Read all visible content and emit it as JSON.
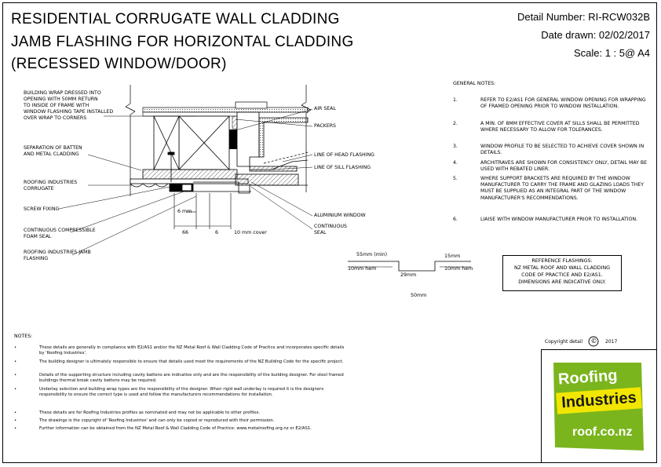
{
  "title": {
    "line1": "RESIDENTIAL CORRUGATE WALL CLADDING",
    "line2": "JAMB FLASHING FOR HORIZONTAL CLADDING",
    "line3": "(RECESSED WINDOW/DOOR)"
  },
  "meta": {
    "detail_number": "Detail Number:  RI-RCW032B",
    "date_drawn": "Date drawn:  02/02/2017",
    "scale": "Scale:   1 : 5@ A4"
  },
  "labels_left": {
    "building_wrap": "BUILDING WRAP DRESSED INTO\nOPENING WITH 50mm RETURN\nTO INSIDE OF FRAME WITH\nWINDOW  FLASHING TAPE INSTALLED\nOVER WRAP TO CORNERS",
    "separation": "SEPARATION OF BATTEN\nAND METAL CLADDING",
    "roofing_corrugate": "ROOFING INDUSTRIES\nCORRUGATE",
    "screw_fixing": "SCREW FIXING",
    "foam_seal": "CONTINUOUS COMPRESSIBLE\nFOAM SEAL",
    "jamb_flashing": "ROOFING INDUSTRIES JAMB\nFLASHING"
  },
  "labels_right": {
    "air_seal": "AIR SEAL",
    "packers": "PACKERS",
    "head_flashing": "LINE OF HEAD FLASHING",
    "sill_flashing": "LINE OF SILL FLASHING",
    "aluminium_window": "ALUMINIUM WINDOW",
    "continuous_seal": "CONTINUOUS\nSEAL"
  },
  "dimensions": {
    "d6mm": "6 mm",
    "d66": "66",
    "d6": "6",
    "d10cover": "10 mm cover"
  },
  "flashing_profile": {
    "d55": "55mm (min)",
    "d10_left": "10mm hem",
    "d29": "29mm",
    "d50": "50mm",
    "d15": "15mm",
    "d10_right": "10mm hem"
  },
  "general_notes": {
    "heading": "GENERAL NOTES:",
    "items": [
      {
        "num": "1.",
        "text": "REFER TO E2/AS1 FOR GENERAL WINDOW OPENING FOR WRAPPING OF FRAMED OPENING PRIOR TO WINDOW INSTALLATION."
      },
      {
        "num": "2.",
        "text": "A MIN. OF 8mm EFFECTIVE COVER AT SILLS SHALL BE PERMITTED WHERE NECESSARY TO ALLOW FOR TOLERANCES."
      },
      {
        "num": "3.",
        "text": "WINDOW PROFILE TO BE SELECTED TO ACHIEVE COVER SHOWN IN DETAILS."
      },
      {
        "num": "4.",
        "text": "ARCHITRAVES ARE SHOWN FOR CONSISTENCY ONLY, DETAIL MAY BE USED WITH REBATED LINER."
      },
      {
        "num": "5.",
        "text": "WHERE SUPPORT BRACKETS ARE REQUIRED BY THE WINDOW MANUFACTURER TO CARRY THE FRAME AND GLAZING LOADS THEY MUST BE SUPPLIED AS AN INTEGRAL PART OF THE WINDOW MANUFACTURER'S RECOMMENDATIONS."
      },
      {
        "num": "6.",
        "text": "LIAISE WITH WINDOW MANUFACTURER PRIOR TO INSTALLATION."
      }
    ]
  },
  "reference_box": "REFERENCE FLASHINGS:\nNZ METAL ROOF AND WALL CLADDING\nCODE OF PRACTICE AND E2/AS1.\nDIMENSIONS ARE INDICATIVE ONLY.",
  "notes": {
    "heading": "NOTES:",
    "items": [
      "These details are generally in compliance with E2/AS1 and/or the NZ Metal Roof & Wall Cladding Code of Practice and incorporates specific details by 'Roofing Industries'.",
      "The building designer is ultimately responsible to ensure that details used meet the requirements of the NZ Building Code for the specific project.",
      "Details of the supporting structure including cavity battens are indicative only and are the responsibility of the building designer.  For steel framed buildings thermal break cavity battens may be required.",
      "Underlay selection and building wrap types are the responsibility of the designer. When rigid wall underlay is required it is the designers responsibility to ensure the correct type is used and follow the manufacturers recommendations for installation.",
      "These details are for Roofing Industries profiles as nominated and may not be applicable to other profiles.",
      "The drawings is the copyright of 'Roofing Industries' and can only be copied or reproduced with their permission.",
      "Further information can be obtained from the NZ Metal Roof & Wall Cladding Code of Practice: www.metalroofing.org.nz or E2/AS1."
    ]
  },
  "copyright": {
    "text": "Copyright detail",
    "symbol": "©",
    "year": "2017"
  },
  "logo": {
    "word1": "Roofing",
    "word2": "Industries",
    "url": "roof.co.nz",
    "green": "#7ab51d",
    "yellow": "#f2e600",
    "dark": "#1a1a1a"
  }
}
